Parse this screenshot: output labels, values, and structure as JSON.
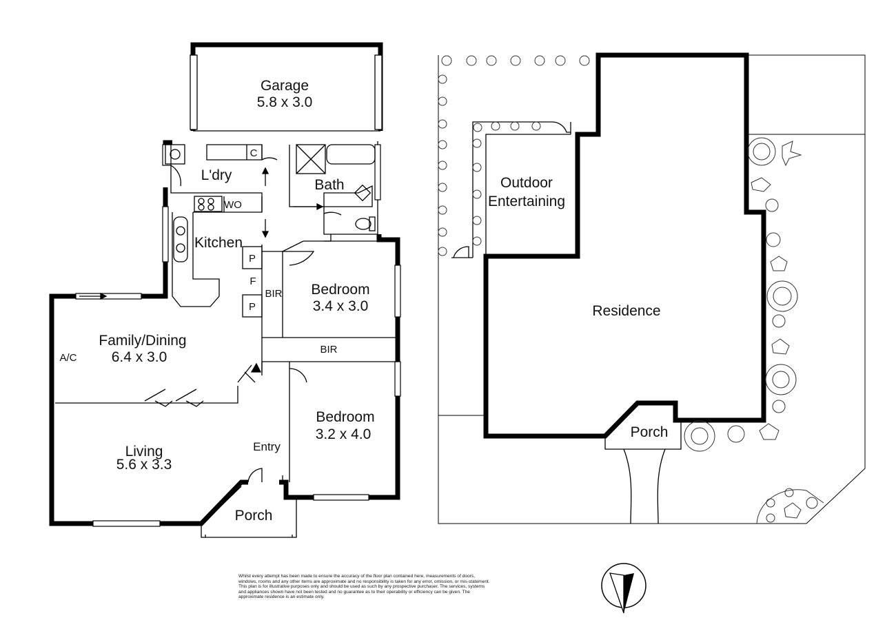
{
  "floor_plan": {
    "rooms": [
      {
        "name": "Garage",
        "size": "5.8 x 3.0"
      },
      {
        "name": "L'dry"
      },
      {
        "name": "Bath"
      },
      {
        "name": "Kitchen"
      },
      {
        "name": "Bedroom",
        "size": "3.4 x 3.0"
      },
      {
        "name": "Family/Dining",
        "size": "6.4 x 3.0"
      },
      {
        "name": "Living",
        "size": "5.6 x 3.3"
      },
      {
        "name": "Entry"
      },
      {
        "name": "Bedroom",
        "size": "3.2 x 4.0"
      },
      {
        "name": "Porch"
      }
    ],
    "fixtures": {
      "cupboard": "C",
      "wall_oven": "WO",
      "pantry_top": "P",
      "fridge": "F",
      "pantry_bottom": "P",
      "bir_vertical": "BIR",
      "bir_horizontal": "BIR",
      "aircon": "A/C"
    }
  },
  "site_plan": {
    "outdoor": [
      "Outdoor",
      "Entertaining"
    ],
    "residence": "Residence",
    "porch": "Porch"
  },
  "disclaimer": "Whilst every attempt has been made to ensure the accuracy of the floor plan contained here, measurements of doors, windows, rooms and any other items are approximate and no responsibility is taken for any error, omission, or mis-statement.  This plan is for illustrative purposes only and should be used as such by any prospective purchaser.  The services, systems and appliances shown have not been tested and no guarantee as to their operability or efficiency can be given.  The approximate residence is an estimate only."
}
